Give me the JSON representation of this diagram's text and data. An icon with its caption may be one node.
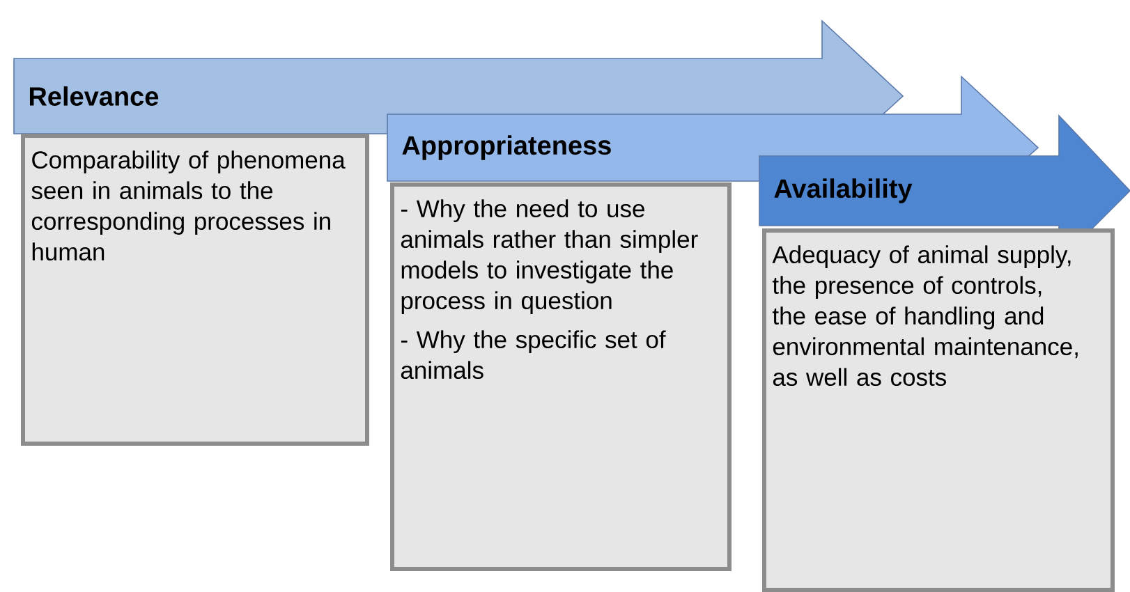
{
  "diagram": {
    "nodes": [
      {
        "text": [
          "Relevance"
        ]
      },
      {
        "text": [
          "Comparability of phenomena seen in animals to the corresponding processes in human"
        ]
      },
      {
        "text": [
          "Appropriateness"
        ]
      },
      {
        "text": [
          "- Why the need to use animals rather than simpler models to investigate the process in question",
          "- Why the specific set of animals"
        ]
      },
      {
        "text": [
          "Availability"
        ]
      },
      {
        "text": [
          "Adequacy of animal supply, the presence of controls, the ease of handling and environmental maintenance, as well as costs"
        ]
      }
    ]
  }
}
